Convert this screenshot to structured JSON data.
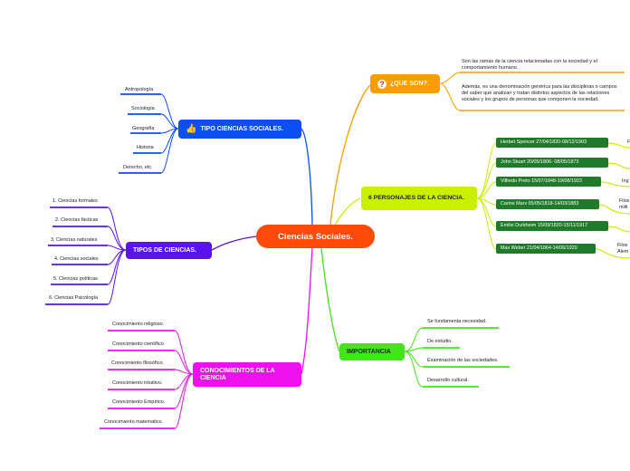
{
  "center": {
    "label": "Ciencias Sociales."
  },
  "que_son": {
    "label": "¿QUE SON?.",
    "items": [
      "Son las ramas de la ciencia relacionadas con la sociedad y el comportamiento humano.",
      "Además, es una denominación genérica para las disciplinas o campos del saber que analizan y tratan distintos aspectos de las relaciones sociales y los grupos de personas que componen la sociedad."
    ]
  },
  "tipo": {
    "label": "TIPO CIENCIAS SOCIALES.",
    "items": [
      "Antropología",
      "Sociología",
      "Geografía",
      "Historia",
      "Derecho, etc."
    ]
  },
  "personajes": {
    "label": "6 PERSONAJES DE LA CIENCIA.",
    "items": [
      "Herbet Spencer 27/04/1820-08/12/1903",
      "John Stuart      20/05/1806-  08/05/1873",
      "Vilfredo Preto 15/07/1848-19/08/1923",
      "Carlos Marx 05/05/1818-14/03/1883",
      "Emilio Durkheim 15/09/1820-15/11/1917",
      "Max Weber 21/04/1864-14/06/1920"
    ],
    "sub": [
      "F",
      "Ing",
      "Filos",
      "milit",
      "Filos",
      "Alem"
    ]
  },
  "tipos": {
    "label": "TIPOS DE CIENCIAS.",
    "items": [
      "1. Ciencias formales",
      "2. Ciencias fácticas",
      "3. Ciencias naturales",
      "4. Ciencias sociales",
      "5. Ciencias políticas",
      "6. Ciencias Psicología"
    ]
  },
  "importancia": {
    "label": "IMPORTANCIA",
    "items": [
      "Se fundamenta necesidad.",
      "De estudio.",
      "Examinación de las sociedades.",
      "Desarrollo cultural."
    ]
  },
  "conocimientos": {
    "label": "CONOCIMIENTOS DE LA CIENCIA",
    "items": [
      "Conocimiento religioso.",
      "Conocimiento científico",
      "Conocimiento filosófico.",
      "Conocimiento intuitivo.",
      "Conocimiento Empírico.",
      "Conocimiento matematico."
    ]
  },
  "colors": {
    "center": "#ff4a0a",
    "que_son": "#ff9d00",
    "tipo": "#0b4ff0",
    "personajes": "#c8f000",
    "tipos": "#5a12ee",
    "importancia": "#44e41a",
    "conocimientos": "#ee11ee"
  },
  "icons": {
    "que_son": "question-icon",
    "tipo": "thumbs-up-icon"
  }
}
